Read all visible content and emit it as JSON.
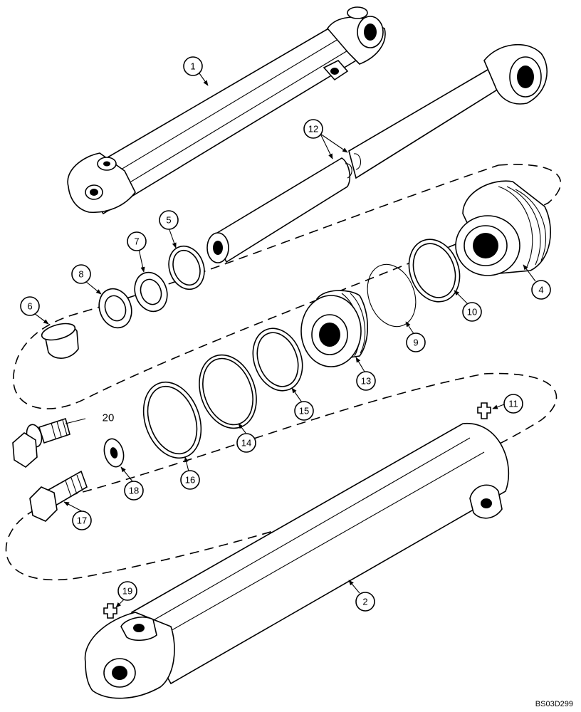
{
  "callouts": [
    "1",
    "2",
    "4",
    "5",
    "6",
    "7",
    "8",
    "9",
    "10",
    "11",
    "12",
    "13",
    "14",
    "15",
    "16",
    "17",
    "18",
    "19",
    "20"
  ],
  "drawing_ref": "BS03D299"
}
